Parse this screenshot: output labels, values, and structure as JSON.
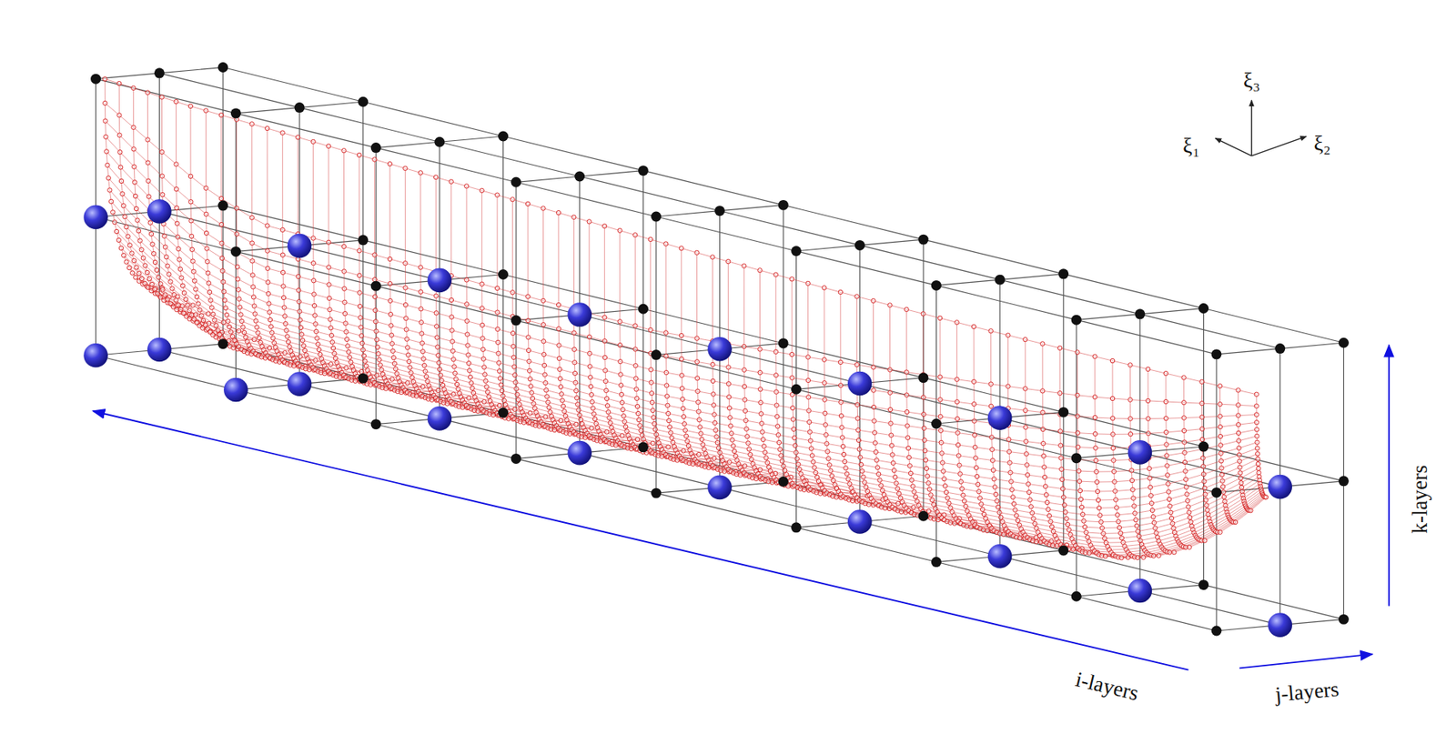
{
  "diagram": {
    "labels": [
      "ξ₃",
      "ξ₁",
      "ξ₂",
      "i-layers",
      "j-layers",
      "k-layers"
    ]
  }
}
